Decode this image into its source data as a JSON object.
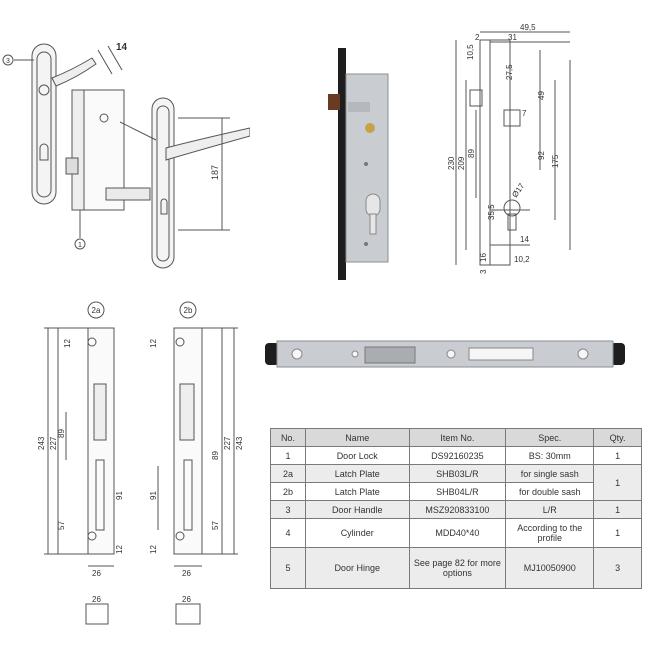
{
  "assembly": {
    "callouts": [
      "③",
      "①"
    ],
    "dims": {
      "thickness": "14",
      "plate_height": "187"
    }
  },
  "lock_drawing": {
    "top_dims": [
      "49,5",
      "31",
      "2",
      "10,5"
    ],
    "right_dims": [
      "27,5",
      "7",
      "49",
      "92",
      "175"
    ],
    "left_dims": [
      "230",
      "209",
      "89"
    ],
    "lower_dims": [
      "Ø17",
      "35,5",
      "14",
      "10,2",
      "16",
      "3"
    ]
  },
  "plate_2a": {
    "label": "2a",
    "dims": [
      "243",
      "227",
      "89",
      "91",
      "57",
      "12",
      "12",
      "26"
    ],
    "base_width": "26"
  },
  "plate_2b": {
    "label": "2b",
    "dims": [
      "243",
      "227",
      "89",
      "91",
      "57",
      "12",
      "12",
      "26"
    ],
    "base_width": "26"
  },
  "table": {
    "headers": [
      "No.",
      "Name",
      "Item No.",
      "Spec.",
      "Qty."
    ],
    "rows": [
      {
        "no": "1",
        "name": "Door Lock",
        "item": "DS92160235",
        "spec": "BS: 30mm",
        "qty": "1"
      },
      {
        "no": "2a",
        "name": "Latch Plate",
        "item": "SHB03L/R",
        "spec": "for single sash",
        "qty": "1"
      },
      {
        "no": "2b",
        "name": "Latch Plate",
        "item": "SHB04L/R",
        "spec": "for double sash"
      },
      {
        "no": "3",
        "name": "Door Handle",
        "item": "MSZ920833100",
        "spec": "L/R",
        "qty": "1"
      },
      {
        "no": "4",
        "name": "Cylinder",
        "item": "MDD40*40",
        "spec": "According to the profile",
        "qty": "1"
      },
      {
        "no": "5",
        "name": "Door Hinge",
        "item": "See page 82 for more options",
        "spec": "MJ10050900",
        "qty": "3"
      }
    ]
  },
  "colors": {
    "line": "#555555",
    "metal": "#c9ccd0",
    "dark": "#2b2b2b",
    "brass": "#c8a24a",
    "header_bg": "#d9d9d9"
  }
}
